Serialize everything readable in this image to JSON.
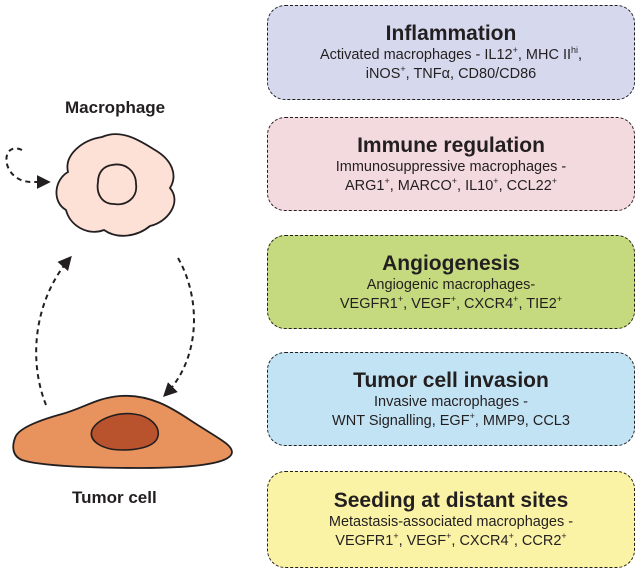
{
  "cells": {
    "macrophage": "Macrophage",
    "tumor": "Tumor cell"
  },
  "colors": {
    "macrophage_fill": "#fde1d6",
    "tumor_fill": "#e8935e",
    "tumor_nucleus": "#b9532d",
    "stroke": "#231f20"
  },
  "boxes": [
    {
      "title": "Inflammation",
      "color": "#d6d9ee",
      "lines": [
        [
          {
            "t": "Activated macrophages - IL12"
          },
          {
            "s": "+"
          },
          {
            "t": ", MHC II"
          },
          {
            "s": "hi"
          },
          {
            "t": ","
          }
        ],
        [
          {
            "t": "iNOS"
          },
          {
            "s": "+"
          },
          {
            "t": ", TNFα, CD80/CD86"
          }
        ]
      ]
    },
    {
      "title": "Immune regulation",
      "color": "#f3dade",
      "lines": [
        [
          {
            "t": "Immunosuppressive macrophages -"
          }
        ],
        [
          {
            "t": "ARG1"
          },
          {
            "s": "+"
          },
          {
            "t": ", MARCO"
          },
          {
            "s": "+"
          },
          {
            "t": ", IL10"
          },
          {
            "s": "+"
          },
          {
            "t": ", CCL22"
          },
          {
            "s": "+"
          }
        ]
      ]
    },
    {
      "title": "Angiogenesis",
      "color": "#c5da7e",
      "lines": [
        [
          {
            "t": "Angiogenic macrophages-"
          }
        ],
        [
          {
            "t": "VEGFR1"
          },
          {
            "s": "+"
          },
          {
            "t": ", VEGF"
          },
          {
            "s": "+"
          },
          {
            "t": ", CXCR4"
          },
          {
            "s": "+"
          },
          {
            "t": ", TIE2"
          },
          {
            "s": "+"
          }
        ]
      ]
    },
    {
      "title": "Tumor cell invasion",
      "color": "#c2e3f4",
      "lines": [
        [
          {
            "t": "Invasive macrophages -"
          }
        ],
        [
          {
            "t": "WNT Signalling, EGF"
          },
          {
            "s": "+"
          },
          {
            "t": ", MMP9, CCL3"
          }
        ]
      ]
    },
    {
      "title": "Seeding at distant sites",
      "color": "#faf3a6",
      "lines": [
        [
          {
            "t": "Metastasis-associated macrophages -"
          }
        ],
        [
          {
            "t": "VEGFR1"
          },
          {
            "s": "+"
          },
          {
            "t": ", VEGF"
          },
          {
            "s": "+"
          },
          {
            "t": ", CXCR4"
          },
          {
            "s": "+"
          },
          {
            "t": ", CCR2"
          },
          {
            "s": "+"
          }
        ]
      ]
    }
  ]
}
